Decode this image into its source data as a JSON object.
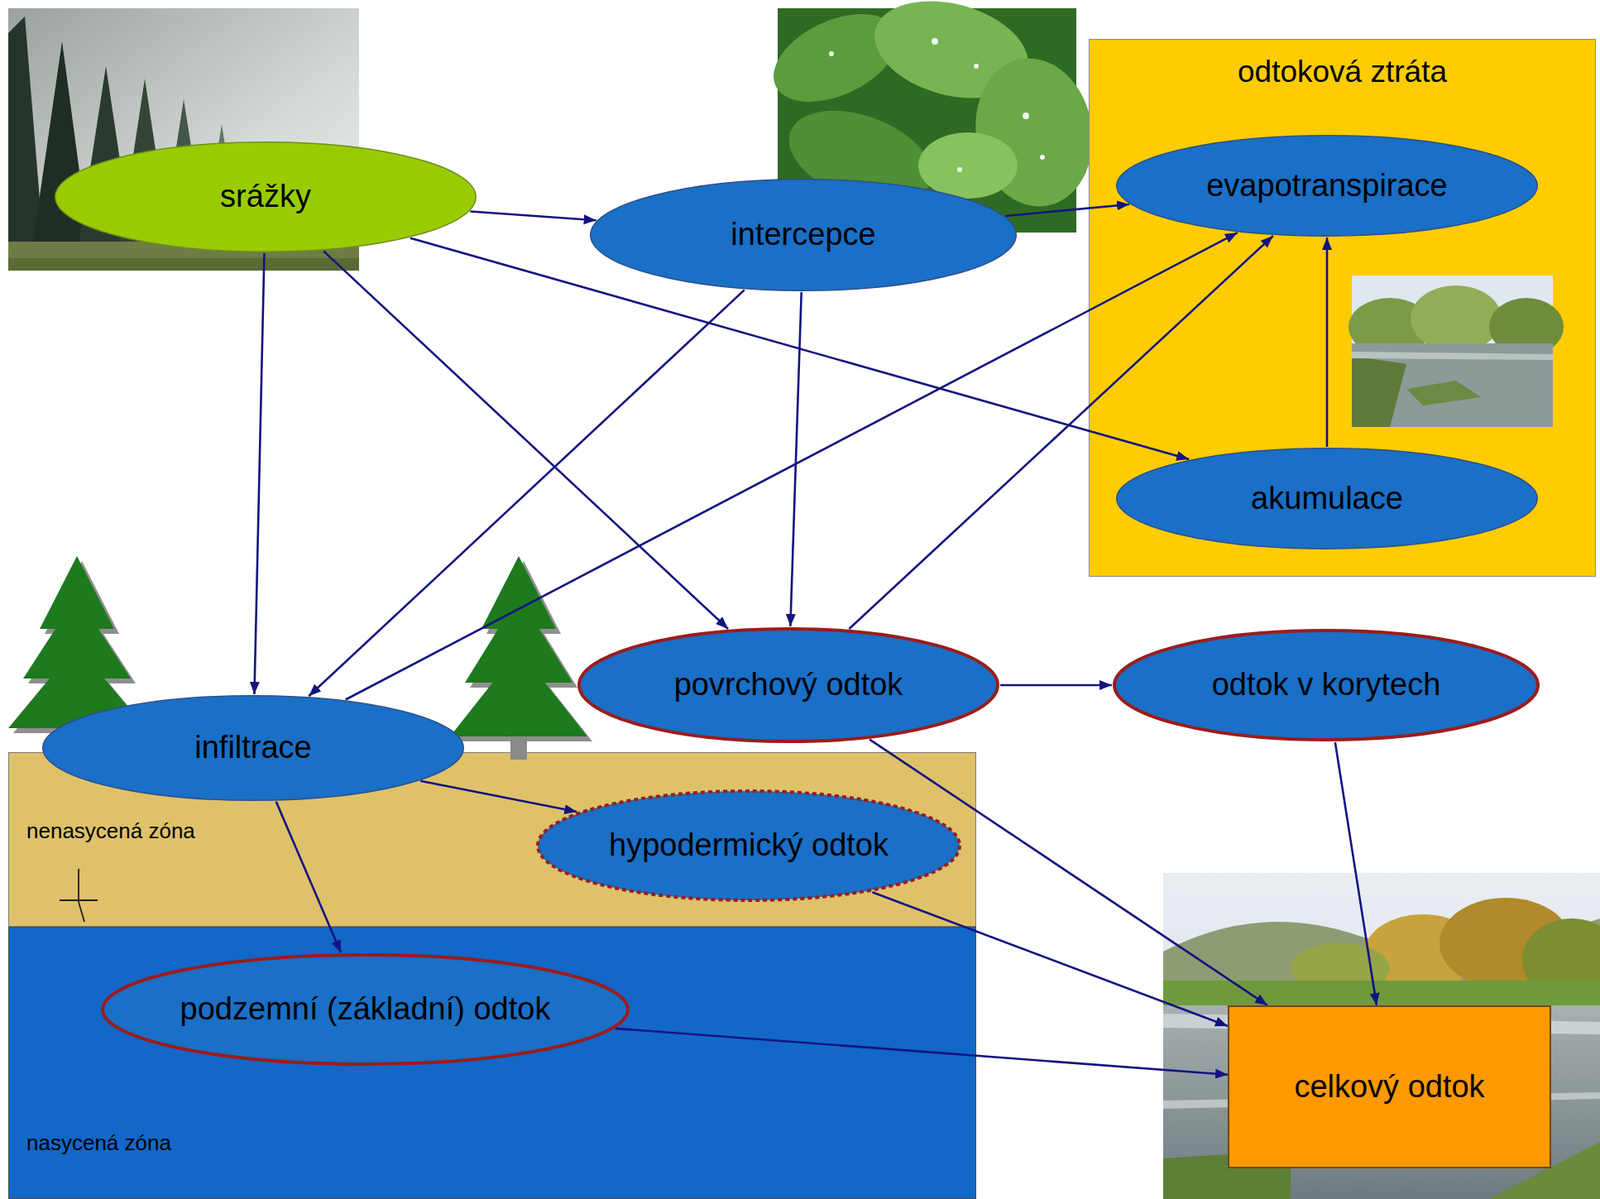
{
  "diagram": {
    "nodes": [
      {
        "text": [
          "srážky"
        ]
      },
      {
        "text": [
          "intercepce"
        ]
      },
      {
        "text": [
          "odtoková ztráta"
        ]
      },
      {
        "text": [
          "evapotranspirace"
        ],
        "in": 2
      },
      {
        "text": [
          "akumulace"
        ],
        "in": 2
      },
      {
        "text": [
          "povrchový odtok"
        ]
      },
      {
        "text": [
          "odtok v korytech"
        ]
      },
      {
        "text": [
          "infiltrace"
        ]
      },
      {
        "text": [
          "nenasycená zóna"
        ]
      },
      {
        "text": [
          "hypodermický odtok"
        ],
        "in": 8
      },
      {
        "text": [
          "nasycená zóna"
        ]
      },
      {
        "text": [
          "podzemní (základní) odtok"
        ],
        "in": 10
      },
      {
        "text": [
          "celkový odtok"
        ]
      }
    ],
    "edges": [
      {
        "from": 0,
        "to": 1,
        "arrow": "to"
      },
      {
        "from": 0,
        "to": 7,
        "arrow": "to"
      },
      {
        "from": 0,
        "to": 5,
        "arrow": "to"
      },
      {
        "from": 0,
        "to": 4,
        "arrow": "to"
      },
      {
        "from": 1,
        "to": 3,
        "arrow": "to"
      },
      {
        "from": 1,
        "to": 7,
        "arrow": "to"
      },
      {
        "from": 1,
        "to": 5,
        "arrow": "to"
      },
      {
        "from": 7,
        "to": 3,
        "arrow": "to"
      },
      {
        "from": 5,
        "to": 3,
        "arrow": "to"
      },
      {
        "from": 4,
        "to": 3,
        "arrow": "to"
      },
      {
        "from": 5,
        "to": 6,
        "arrow": "to"
      },
      {
        "from": 5,
        "to": 12,
        "arrow": "to"
      },
      {
        "from": 6,
        "to": 12,
        "arrow": "to"
      },
      {
        "from": 7,
        "to": 9,
        "arrow": "to"
      },
      {
        "from": 7,
        "to": 11,
        "arrow": "to"
      },
      {
        "from": 9,
        "to": 12,
        "arrow": "to"
      },
      {
        "from": 11,
        "to": 12,
        "arrow": "to"
      }
    ]
  }
}
